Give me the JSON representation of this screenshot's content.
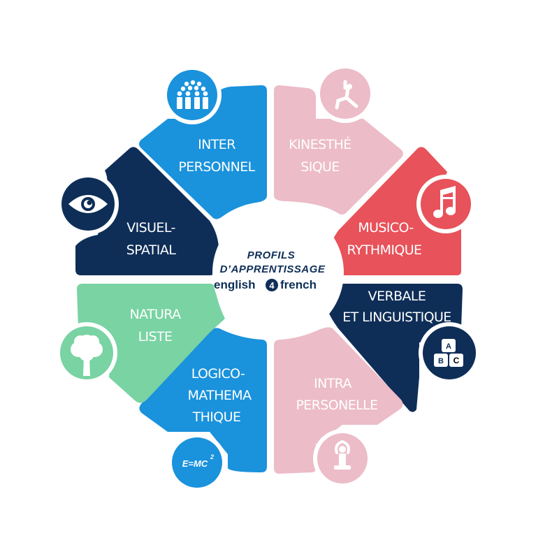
{
  "hub": {
    "title_line1": "PROFILS",
    "title_line2": "D’APPRENTISSAGE",
    "brand_left": "english",
    "brand_number": "4",
    "brand_right": "french"
  },
  "colors": {
    "blue": "#1a92dc",
    "navy": "#0e2e57",
    "pink": "#ecbcc8",
    "red": "#e8525a",
    "green": "#79d3a3",
    "white": "#ffffff"
  },
  "segments": [
    {
      "id": "interpersonnel",
      "line1": "INTER",
      "line2": "PERSONNEL",
      "color": "#1a92dc",
      "icon": "people-group-icon"
    },
    {
      "id": "kinesthesique",
      "line1": "KINESTHÉ",
      "line2": "SIQUE",
      "color": "#ecbcc8",
      "icon": "yoga-pose-icon"
    },
    {
      "id": "musico-rythmique",
      "line1": "MUSICO-",
      "line2": "RYTHMIQUE",
      "color": "#e8525a",
      "icon": "music-note-icon"
    },
    {
      "id": "verbale-linguistique",
      "line1": "VERBALE",
      "line2": "ET LINGUISTIQUE",
      "color": "#0e2e57",
      "icon": "abc-blocks-icon",
      "icon_letters": [
        "A",
        "B",
        "C"
      ]
    },
    {
      "id": "intrapersonelle",
      "line1": "INTRA",
      "line2": "PERSONELLE",
      "color": "#ecbcc8",
      "icon": "meditation-icon"
    },
    {
      "id": "logico-mathematique",
      "line1": "LOGICO-",
      "line2": "MATHEMA",
      "line3": "THIQUE",
      "color": "#1a92dc",
      "icon": "emc2-icon",
      "icon_text": "E=MC",
      "icon_sup": "2"
    },
    {
      "id": "naturaliste",
      "line1": "NATURA",
      "line2": "LISTE",
      "color": "#79d3a3",
      "icon": "tree-icon"
    },
    {
      "id": "visuel-spatial",
      "line1": "VISUEL-",
      "line2": "SPATIAL",
      "color": "#0e2e57",
      "icon": "eye-icon"
    }
  ]
}
